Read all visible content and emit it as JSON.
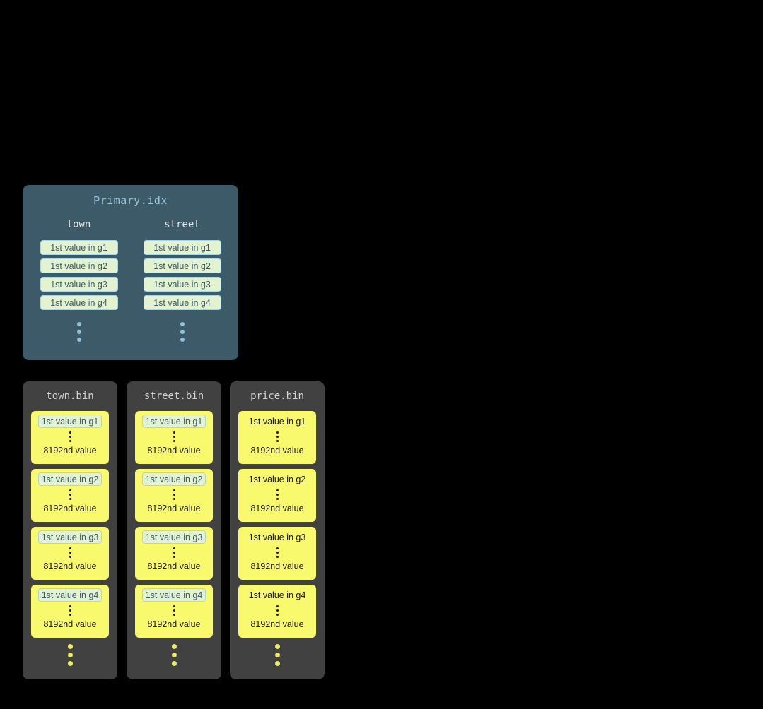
{
  "primary": {
    "title": "Primary.idx",
    "columns": [
      {
        "name": "town",
        "entries": [
          "1st value in g1",
          "1st value in g2",
          "1st value in g3",
          "1st value in g4"
        ]
      },
      {
        "name": "street",
        "entries": [
          "1st value in g1",
          "1st value in g2",
          "1st value in g3",
          "1st value in g4"
        ]
      }
    ]
  },
  "bins": [
    {
      "title": "town.bin",
      "highlighted": true,
      "granules": [
        {
          "first": "1st value in g1",
          "last": "8192nd value"
        },
        {
          "first": "1st value in g2",
          "last": "8192nd value"
        },
        {
          "first": "1st value in g3",
          "last": "8192nd value"
        },
        {
          "first": "1st value in g4",
          "last": "8192nd value"
        }
      ]
    },
    {
      "title": "street.bin",
      "highlighted": true,
      "granules": [
        {
          "first": "1st value in g1",
          "last": "8192nd value"
        },
        {
          "first": "1st value in g2",
          "last": "8192nd value"
        },
        {
          "first": "1st value in g3",
          "last": "8192nd value"
        },
        {
          "first": "1st value in g4",
          "last": "8192nd value"
        }
      ]
    },
    {
      "title": "price.bin",
      "highlighted": false,
      "granules": [
        {
          "first": "1st value in g1",
          "last": "8192nd value"
        },
        {
          "first": "1st value in g2",
          "last": "8192nd value"
        },
        {
          "first": "1st value in g3",
          "last": "8192nd value"
        },
        {
          "first": "1st value in g4",
          "last": "8192nd value"
        }
      ]
    }
  ],
  "colors": {
    "background": "#000000",
    "primary_box": "#3d5a68",
    "primary_title": "#9cc7da",
    "entry_bg": "#e3f3d0",
    "entry_border": "#a7d6e6",
    "bin_box": "#414141",
    "granule_bg": "#f9f96e",
    "blue_dots": "#8fc0d8",
    "yellow_dots": "#ecec5f"
  }
}
